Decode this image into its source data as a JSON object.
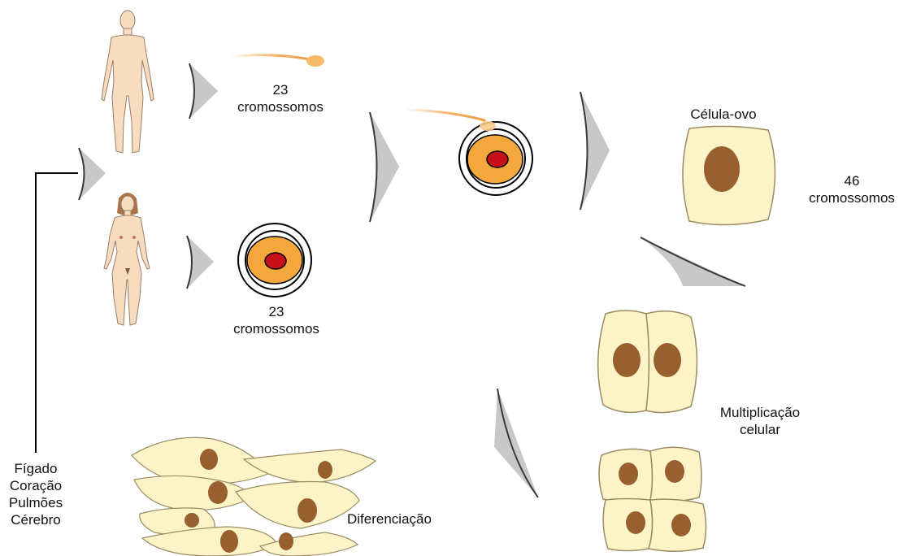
{
  "labels": {
    "sperm_count_value": "23",
    "sperm_count_unit": "cromossomos",
    "egg_count_value": "23",
    "egg_count_unit": "cromossomos",
    "zygote_title": "Célula-ovo",
    "zygote_count_value": "46",
    "zygote_count_unit": "cromossomos",
    "multiplication_line1": "Multiplicação",
    "multiplication_line2": "celular",
    "differentiation": "Diferenciação",
    "organs": [
      "Fígado",
      "Coração",
      "Pulmões",
      "Cérebro"
    ]
  },
  "colors": {
    "skin": "#f8dcc0",
    "skin_outline": "#9a7e68",
    "female_hair": "#a9744a",
    "cell_fill": "#fcf3c6",
    "cell_outline": "#9b8c66",
    "nucleus": "#97602e",
    "egg_cytoplasm": "#f4a73c",
    "egg_nucleus": "#c8101a",
    "arrow_gray": "#c8c8c8",
    "arrow_dark": "#3a3a3a",
    "sperm_tail": "#f3a44c"
  }
}
